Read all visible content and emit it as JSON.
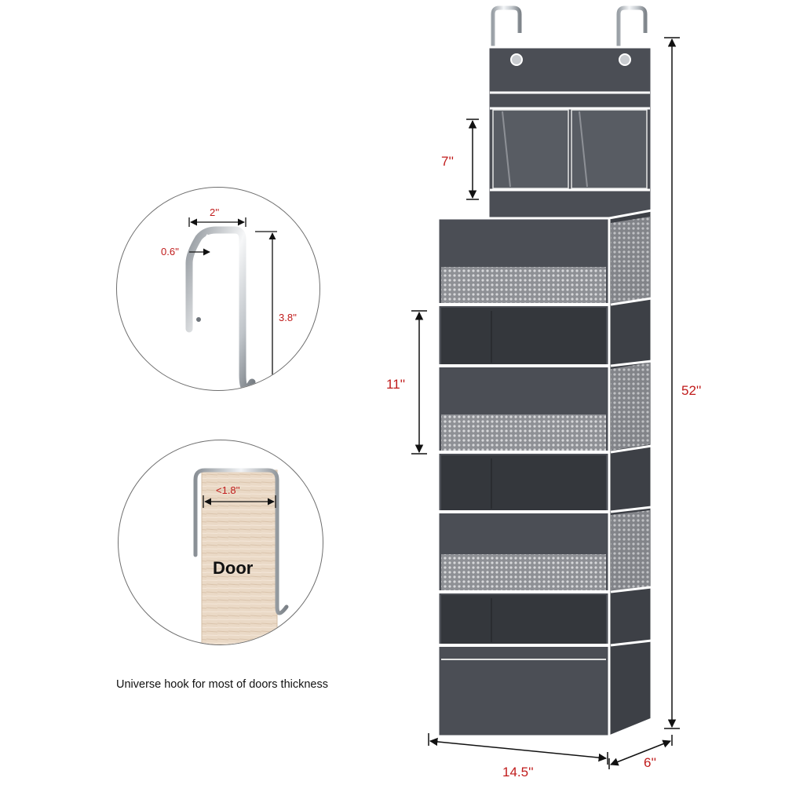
{
  "hook_dims": {
    "width": "2''",
    "thickness": "0.6''",
    "height": "3.8''"
  },
  "door_detail": {
    "gap": "<1.8''",
    "door_label": "Door"
  },
  "caption": "Universe hook for most of doors thickness",
  "organizer_dims": {
    "pocket_height": "7''",
    "shelf_height": "11''",
    "total_height": "52''",
    "width": "14.5''",
    "depth": "6''"
  },
  "colors": {
    "fabric": "#4b4e55",
    "trim": "#ffffff",
    "dimension_text": "#c01b1b",
    "door_wood": "#e9d9c6"
  },
  "icons": [
    "door-hook-icon",
    "door-icon",
    "organizer-icon"
  ]
}
